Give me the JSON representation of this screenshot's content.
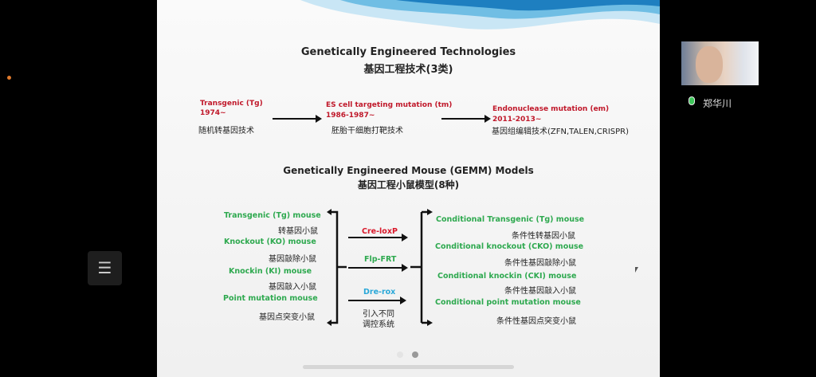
{
  "slide": {
    "title_en": "Genetically Engineered Technologies",
    "title_cn": "基因工程技术(3类)",
    "tech": [
      {
        "name": "Transgenic (Tg)",
        "years": "1974~",
        "desc": "随机转基因技术"
      },
      {
        "name": "ES cell targeting mutation (tm)",
        "years": "1986-1987~",
        "desc": "胚胎干细胞打靶技术"
      },
      {
        "name": "Endonuclease mutation (em)",
        "years": "2011-2013~",
        "desc": "基因组编辑技术(ZFN,TALEN,CRISPR)"
      }
    ],
    "models_title_en": "Genetically Engineered Mouse (GEMM) Models",
    "models_title_cn": "基因工程小鼠模型(8种)",
    "left_models": [
      {
        "en": "Transgenic (Tg) mouse",
        "cn": "转基因小鼠"
      },
      {
        "en": "Knockout (KO) mouse",
        "cn": "基因敲除小鼠"
      },
      {
        "en": "Knockin (KI) mouse",
        "cn": "基因敲入小鼠"
      },
      {
        "en": "Point mutation mouse",
        "cn": "基因点突变小鼠"
      }
    ],
    "systems": [
      {
        "label": "Cre-loxP",
        "color": "#d9182a"
      },
      {
        "label": "Flp-FRT",
        "color": "#2ea94f"
      },
      {
        "label": "Dre-rox",
        "color": "#2aa8d8"
      }
    ],
    "systems_note_1": "引入不同",
    "systems_note_2": "调控系统",
    "right_models": [
      {
        "en": "Conditional Transgenic (Tg) mouse",
        "cn": "条件性转基因小鼠"
      },
      {
        "en": "Conditional knockout (CKO) mouse",
        "cn": "条件性基因敲除小鼠"
      },
      {
        "en": "Conditional knockin (CKI) mouse",
        "cn": "条件性基因敲入小鼠"
      },
      {
        "en": "Conditional point mutation mouse",
        "cn": "条件性基因点突变小鼠"
      }
    ]
  },
  "participant": {
    "name": "郑华川"
  },
  "menu_icon": "list-icon"
}
